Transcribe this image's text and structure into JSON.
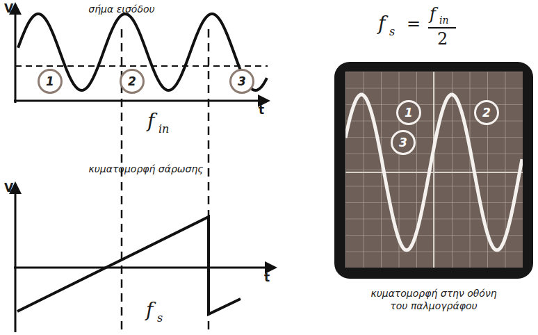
{
  "diagram": {
    "nodes": [
      {
        "text": [
          "1"
        ]
      },
      {
        "text": [
          "2"
        ]
      },
      {
        "text": [
          "3"
        ]
      },
      {
        "text": [
          "κυματομορφή στην οθόνη του παλμογράφου"
        ]
      },
      {
        "text": [
          "1"
        ],
        "in": 3
      },
      {
        "text": [
          "3"
        ],
        "in": 3
      },
      {
        "text": [
          "2"
        ],
        "in": 3
      }
    ],
    "labels": [
      "σήμα εισόδου",
      "V",
      "t",
      "f",
      "in",
      "κυματομορφή σάρωσης",
      "V",
      "t",
      "f",
      "s",
      "f",
      "s",
      "=",
      "f",
      "in",
      "2"
    ]
  }
}
